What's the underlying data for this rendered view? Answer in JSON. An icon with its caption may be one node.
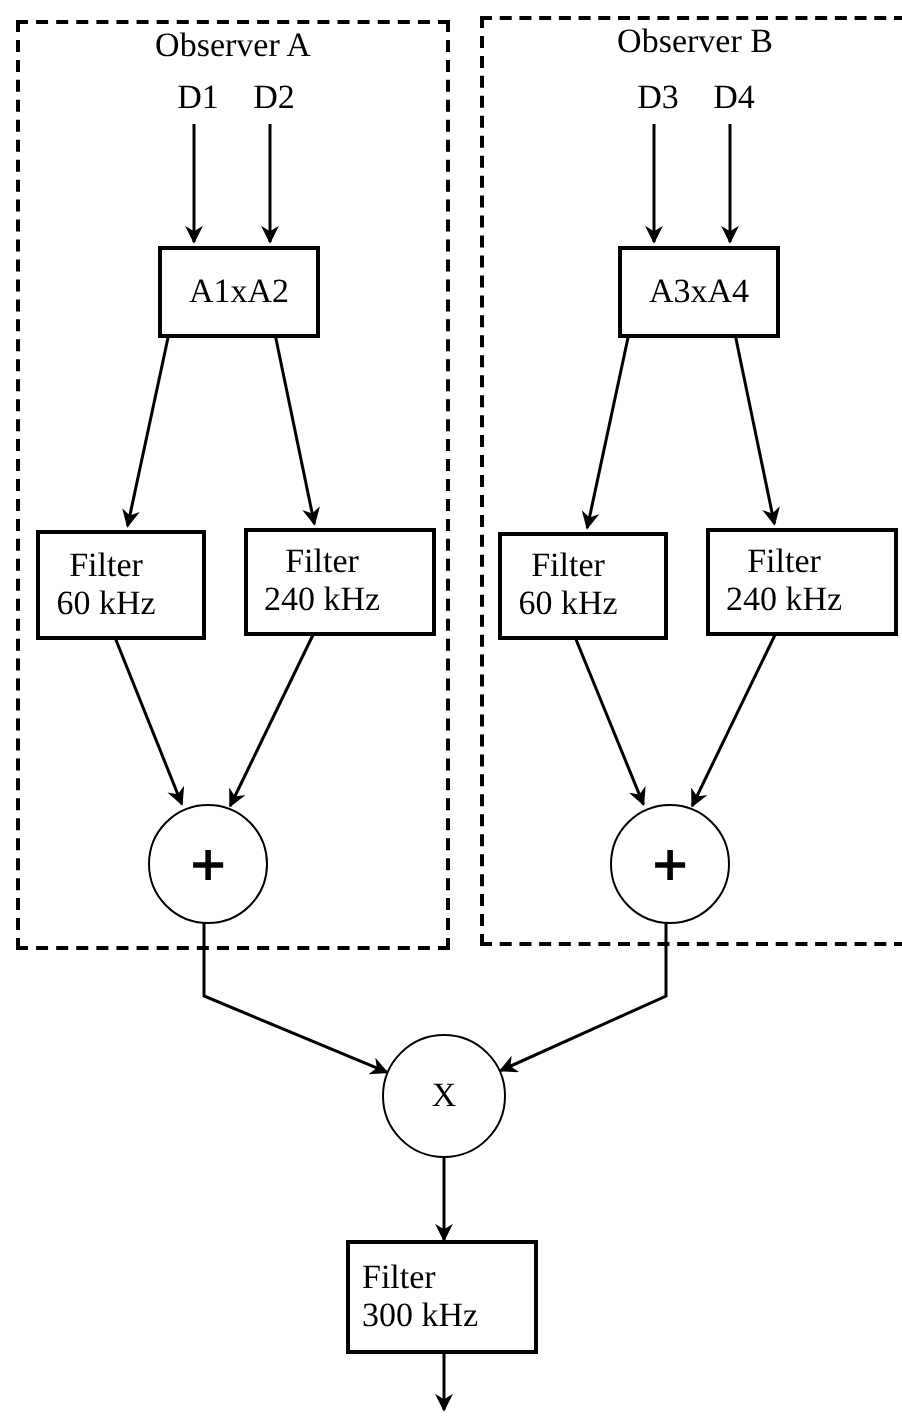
{
  "diagram": {
    "nodes": [
      {
        "text": [
          "Observer A"
        ]
      },
      {
        "text": [
          "D1"
        ],
        "in": 0
      },
      {
        "text": [
          "D2"
        ],
        "in": 0
      },
      {
        "text": [
          "A1xA2"
        ],
        "in": 0
      },
      {
        "text": [
          "Filter 60 kHz"
        ],
        "in": 0
      },
      {
        "text": [
          "Filter 240 kHz"
        ],
        "in": 0
      },
      {
        "text": [
          "+"
        ],
        "in": 0
      },
      {
        "text": [
          "Observer B"
        ]
      },
      {
        "text": [
          "D3"
        ],
        "in": 7
      },
      {
        "text": [
          "D4"
        ],
        "in": 7
      },
      {
        "text": [
          "A3xA4"
        ],
        "in": 7
      },
      {
        "text": [
          "Filter 60 kHz"
        ],
        "in": 7
      },
      {
        "text": [
          "Filter 240 kHz"
        ],
        "in": 7
      },
      {
        "text": [
          "+"
        ],
        "in": 7
      },
      {
        "text": [
          "X"
        ]
      },
      {
        "text": [
          "Filter 300 kHz"
        ]
      }
    ],
    "edges": [
      {
        "from": 1,
        "to": 3,
        "arrow": "to"
      },
      {
        "from": 2,
        "to": 3,
        "arrow": "to"
      },
      {
        "from": 3,
        "to": 4,
        "arrow": "to"
      },
      {
        "from": 3,
        "to": 5,
        "arrow": "to"
      },
      {
        "from": 4,
        "to": 6,
        "arrow": "to"
      },
      {
        "from": 5,
        "to": 6,
        "arrow": "to"
      },
      {
        "from": 8,
        "to": 10,
        "arrow": "to"
      },
      {
        "from": 9,
        "to": 10,
        "arrow": "to"
      },
      {
        "from": 10,
        "to": 11,
        "arrow": "to"
      },
      {
        "from": 10,
        "to": 12,
        "arrow": "to"
      },
      {
        "from": 11,
        "to": 13,
        "arrow": "to"
      },
      {
        "from": 12,
        "to": 13,
        "arrow": "to"
      },
      {
        "from": 6,
        "to": 14,
        "arrow": "to"
      },
      {
        "from": 13,
        "to": 14,
        "arrow": "to"
      },
      {
        "from": 14,
        "to": 15,
        "arrow": "to"
      },
      {
        "from": 15,
        "to": null,
        "arrow": "to"
      }
    ]
  }
}
